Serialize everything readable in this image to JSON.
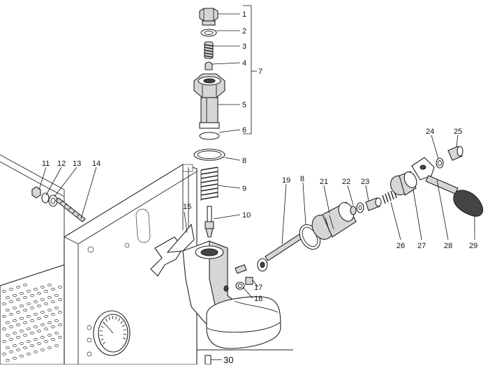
{
  "callouts": {
    "c1": "1",
    "c2": "2",
    "c3": "3",
    "c4": "4",
    "c5": "5",
    "c6": "6",
    "c7": "7",
    "c8a": "8",
    "c8b": "8",
    "c9": "9",
    "c10": "10",
    "c11": "11",
    "c12": "12",
    "c13": "13",
    "c14": "14",
    "c15": "15",
    "c17": "17",
    "c18": "18",
    "c19": "19",
    "c21": "21",
    "c22": "22",
    "c23": "23",
    "c24": "24",
    "c25": "25",
    "c26": "26",
    "c27": "27",
    "c28": "28",
    "c29": "29",
    "c30": "30"
  }
}
